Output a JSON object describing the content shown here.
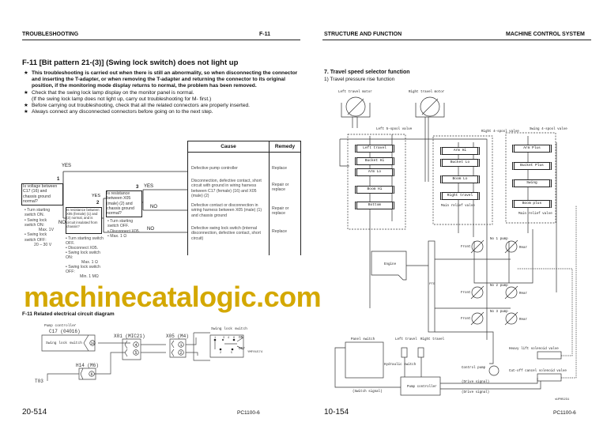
{
  "left_page": {
    "header_left": "TROUBLESHOOTING",
    "header_right": "F-11",
    "title": "F-11 [Bit pattern 21-(3)] (Swing lock switch) does not light up",
    "notes": [
      "This troubleshooting is carried out when there is still an abnormality, so when disconnecting the connector and inserting the T-adapter, or when removing the T-adapter and returning the connector to its original position, if the monitoring mode display returns to normal, the problem has been removed.",
      "Check that the swing lock lamp display on the monitor panel is normal.",
      "(If the swing lock lamp does not light up, carry out troubleshooting for M-   first.)",
      "Before carrying out troubleshooting, check that all the related connectors are properly inserted.",
      "Always connect any disconnected connectors before going on to the next step."
    ],
    "table": {
      "col_cause": "Cause",
      "col_remedy": "Remedy",
      "rows": [
        {
          "cause": "Defective pump controller",
          "remedy": "Replace"
        },
        {
          "cause": "Disconnection, defective contact, short circuit with ground in wiring harness between C17 (female) (16) and X05 (male) (2)",
          "remedy": "Repair or replace"
        },
        {
          "cause": "Defective contact or disconnection in wiring harness between X05 (male) (1) and chassis ground",
          "remedy": "Repair or replace"
        },
        {
          "cause": "Defective swing lock switch (internal disconnection, defective contact, short circuit)",
          "remedy": "Replace"
        }
      ]
    },
    "flow": {
      "yes": "YES",
      "no": "NO",
      "step1": {
        "num": "1",
        "question": "Is voltage between C17 (16) and chassis ground normal?",
        "conditions": [
          "• Turn starting switch ON.",
          "• Swing lock switch ON:",
          "Max. 1V",
          "• Swing lock switch OFF:",
          "20 – 30 V"
        ]
      },
      "step2": {
        "num": "2",
        "question": "Is resistance between X05 (female) (1) and (2) normal, and is circuit insulated from chassis?",
        "conditions": [
          "• Turn starting switch OFF.",
          "• Disconnect X05.",
          "• Swing lock switch ON:",
          "Max. 1 Ω",
          "• Swing lock switch OFF:",
          "Min. 1 MΩ"
        ]
      },
      "step3": {
        "num": "3",
        "question": "Is resistance between X05 (male) (2) and chassis ground normal?",
        "conditions": [
          "• Turn starting switch OFF.",
          "• Disconnect X05.",
          "• Max. 1 Ω"
        ]
      }
    },
    "circuit": {
      "title": "F-11 Related electrical circuit diagram",
      "pump_controller": "Pump controller",
      "c17": "C17 (04016)",
      "swing_lock_switch_sig": "Swing lock switch",
      "pin10": "10",
      "x01": "X01 (MIC21)",
      "pin4": "4",
      "pin5": "5",
      "x05": "X05 (M4)",
      "pin1": "1",
      "pin2": "2",
      "switch_label": "Swing lock switch",
      "sw_nums": [
        "1",
        "3",
        "4",
        "6",
        "2",
        "5"
      ],
      "on": "ON",
      "off": "OFF",
      "h14": "H14 (M6)",
      "pin6": "6",
      "t03": "T03",
      "code": "YMF01574"
    },
    "page_number": "20-514",
    "model": "PC1100-6"
  },
  "right_page": {
    "header_left": "STRUCTURE AND FUNCTION",
    "header_right": "MACHINE CONTROL SYSTEM",
    "section": "7.  Travel speed selector function",
    "subsection": "1)  Travel pressure rise function",
    "diagram": {
      "left_motor": "Left travel motor",
      "right_motor": "Right travel motor",
      "left_valve": "Left 5-spool valve",
      "right_valve": "Right 4-spool valve",
      "swing_valve": "Swing 4-spool valve",
      "left_spools": [
        "Left travel",
        "Bucket Hi",
        "Arm Lo",
        "Boom Hi",
        "Bottom"
      ],
      "right_spools": [
        "Arm Hi",
        "Bucket Lo",
        "Boom Lo",
        "Right travel"
      ],
      "swing_spools": [
        "Arm Plus",
        "Bucket Plus",
        "Swing",
        "Boom plus"
      ],
      "main_relief": "Main relief valve",
      "engine": "Engine",
      "pto": "PTO",
      "front": "Front",
      "rear": "Rear",
      "pump1": "No 1 pump",
      "pump2": "No 2 pump",
      "pump3": "No 3 pump",
      "panel_switch": "Panel switch",
      "left_travel": "Left travel",
      "right_travel": "Right travel",
      "hydraulic_switch": "Hydraulic switch",
      "pump_controller": "Pump controller",
      "control_pump": "Control pump",
      "heavy_lift": "Heavy lift solenoid valve",
      "cutoff": "Cut-off cancel solenoid valve",
      "drive_signal_1": "(Drive signal)",
      "drive_signal_2": "(Drive signal)",
      "switch_signal": "(Switch signal)",
      "code": "sUP05231"
    },
    "page_number": "10-154",
    "model": "PC1100-6"
  },
  "watermark": "machinecatalogic.com",
  "colors": {
    "watermark": "#d4a800",
    "ink": "#111111"
  }
}
